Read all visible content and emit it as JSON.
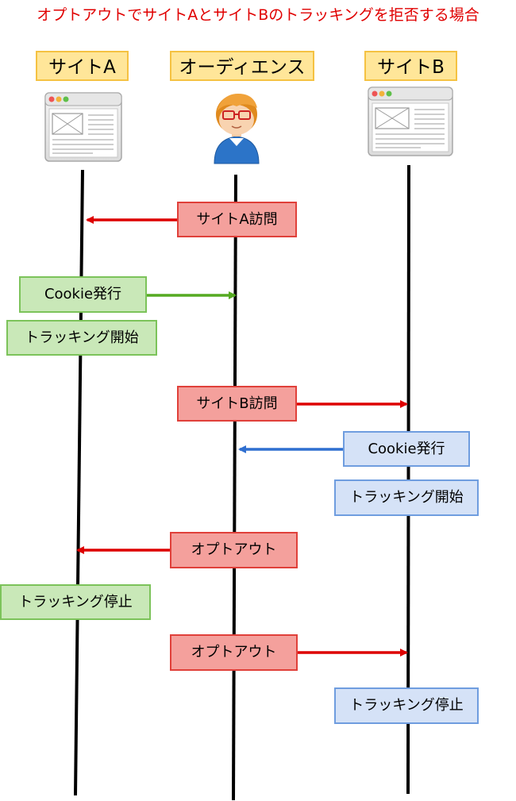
{
  "title": "オプトアウトでサイトAとサイトBのトラッキングを拒否する場合",
  "actors": {
    "site_a": "サイトA",
    "audience": "オーディエンス",
    "site_b": "サイトB"
  },
  "messages": {
    "visit_a": "サイトA訪問",
    "cookie_a": "Cookie発行",
    "tracking_start_a": "トラッキング開始",
    "visit_b": "サイトB訪問",
    "cookie_b": "Cookie発行",
    "tracking_start_b": "トラッキング開始",
    "optout_a": "オプトアウト",
    "tracking_stop_a": "トラッキング停止",
    "optout_b": "オプトアウト",
    "tracking_stop_b": "トラッキング停止"
  },
  "colors": {
    "title": "#e00000",
    "red_arrow": "#dd0000",
    "green_arrow": "#55aa22",
    "blue_arrow": "#2f6fd0"
  }
}
